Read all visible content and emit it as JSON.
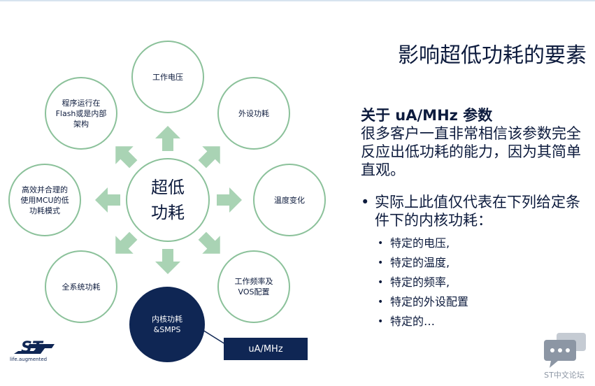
{
  "title": "影响超低功耗的要素",
  "diagram": {
    "center": "超低\n功耗",
    "nodes": {
      "voltage": "工作电压",
      "peripheral": "外设功耗",
      "temperature": "温度变化",
      "frequency": "工作频率及\nVOS配置",
      "core": "内核功耗\n&SMPS",
      "system": "全系统功耗",
      "lowpower_mode": "高效并合理的\n使用MCU的低\n功耗模式",
      "program": "程序运行在\nFlash或是内部\n架构"
    },
    "tag": "uA/MHz"
  },
  "panel": {
    "heading": "关于 uA/MHz 参数",
    "description": "很多客户一直非常相信该参数完全反应出低功耗的能力，因为其简单直观。",
    "bullet": "实际上此值仅代表在下列给定条件下的内核功耗：",
    "sub_items": [
      "特定的电压,",
      "特定的温度,",
      "特定的频率,",
      "特定的外设配置",
      "特定的…"
    ]
  },
  "logo": {
    "tagline": "life.augmented"
  },
  "forum": {
    "label": "ST中文论坛"
  },
  "colors": {
    "navy": "#0f2654",
    "green": "#8bc19a",
    "arrow": "#a9d3b4"
  }
}
